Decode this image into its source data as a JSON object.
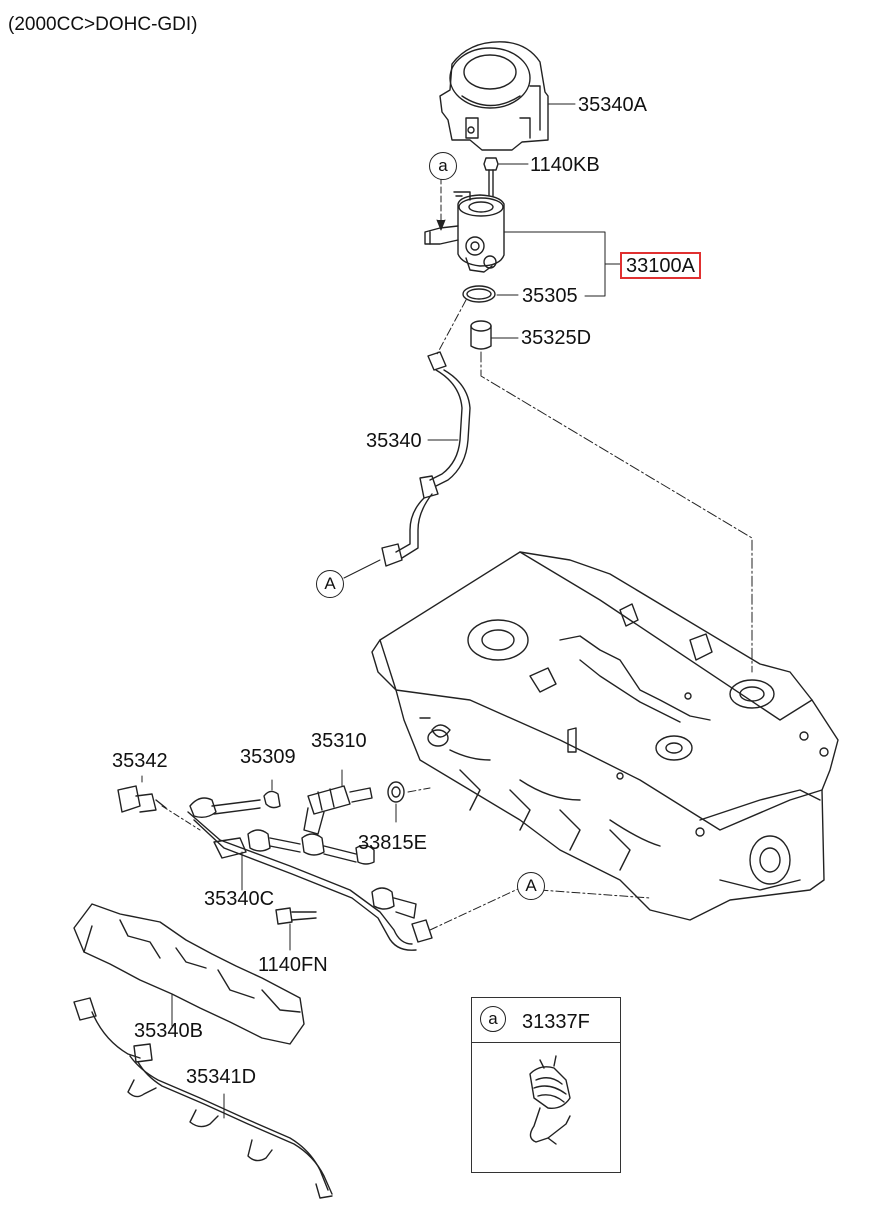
{
  "header": "(2000CC>DOHC-GDI)",
  "callouts": {
    "a": "a",
    "A": "A"
  },
  "parts": [
    {
      "id": "p35340A",
      "code": "35340A"
    },
    {
      "id": "p1140KB",
      "code": "1140KB"
    },
    {
      "id": "p33100A",
      "code": "33100A",
      "highlighted": true
    },
    {
      "id": "p35305",
      "code": "35305"
    },
    {
      "id": "p35325D",
      "code": "35325D"
    },
    {
      "id": "p35340",
      "code": "35340"
    },
    {
      "id": "p35342",
      "code": "35342"
    },
    {
      "id": "p35309",
      "code": "35309"
    },
    {
      "id": "p35310",
      "code": "35310"
    },
    {
      "id": "p33815E",
      "code": "33815E"
    },
    {
      "id": "p35340C",
      "code": "35340C"
    },
    {
      "id": "p1140FN",
      "code": "1140FN"
    },
    {
      "id": "p35340B",
      "code": "35340B"
    },
    {
      "id": "p35341D",
      "code": "35341D"
    }
  ],
  "inset": {
    "callout": "a",
    "code": "31337F"
  },
  "colors": {
    "line": "#222222",
    "highlight": "#e03030",
    "background": "#ffffff"
  }
}
